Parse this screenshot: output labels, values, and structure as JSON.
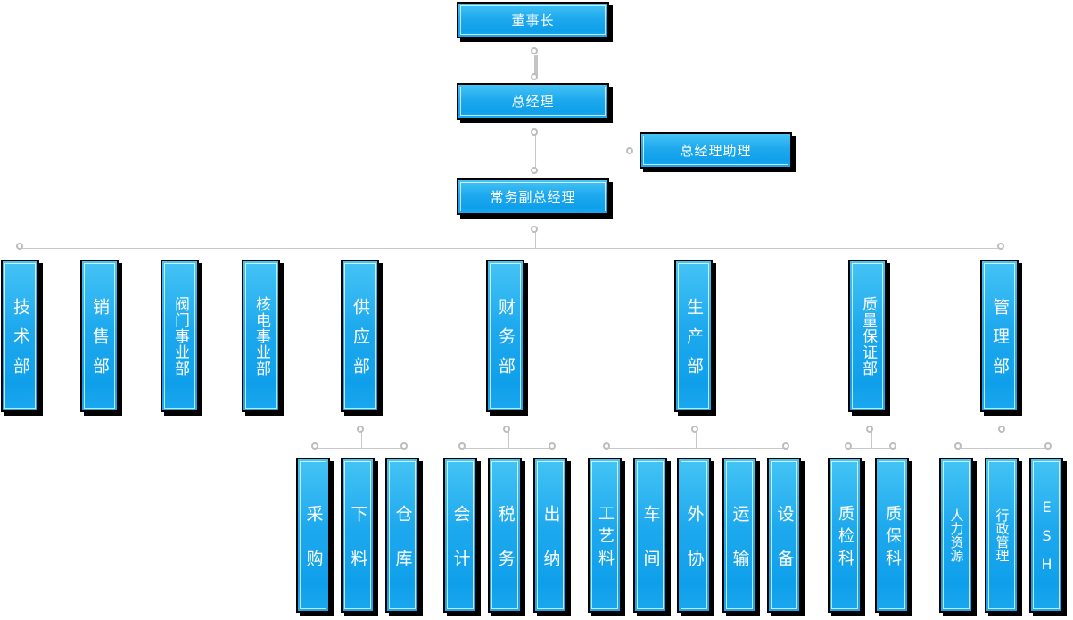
{
  "nodes": {
    "chairman": {
      "label": "董事长"
    },
    "general_manager": {
      "label": "总经理"
    },
    "gm_assistant": {
      "label": "总经理助理"
    },
    "executive_deputy_gm": {
      "label": "常务副总经理"
    },
    "departments": [
      {
        "label": "技术部"
      },
      {
        "label": "销售部"
      },
      {
        "label": "阀门事业部"
      },
      {
        "label": "核电事业部"
      },
      {
        "label": "供应部"
      },
      {
        "label": "财务部"
      },
      {
        "label": "生产部"
      },
      {
        "label": "质量保证部"
      },
      {
        "label": "管理部"
      }
    ],
    "sub_units": {
      "supply": [
        {
          "label": "采购"
        },
        {
          "label": "下料"
        },
        {
          "label": "仓库"
        }
      ],
      "finance": [
        {
          "label": "会计"
        },
        {
          "label": "税务"
        },
        {
          "label": "出纳"
        }
      ],
      "production": [
        {
          "label": "工艺料"
        },
        {
          "label": "车间"
        },
        {
          "label": "外协"
        },
        {
          "label": "运输"
        },
        {
          "label": "设备"
        }
      ],
      "quality": [
        {
          "label": "质检科"
        },
        {
          "label": "质保科"
        }
      ],
      "management": [
        {
          "label": "人力资源"
        },
        {
          "label": "行政管理"
        },
        {
          "label": "ESH"
        }
      ]
    }
  },
  "colors": {
    "box_gradient_top": "#45C4F5",
    "box_gradient_bottom": "#0F9FEA",
    "box_border": "#000000",
    "box_inner_border": "#FFFFFF",
    "connector_line": "#C8C8C8",
    "connector_dot_stroke": "#BDBDBD",
    "text": "#FFFFFF",
    "background": "#FFFFFF"
  }
}
